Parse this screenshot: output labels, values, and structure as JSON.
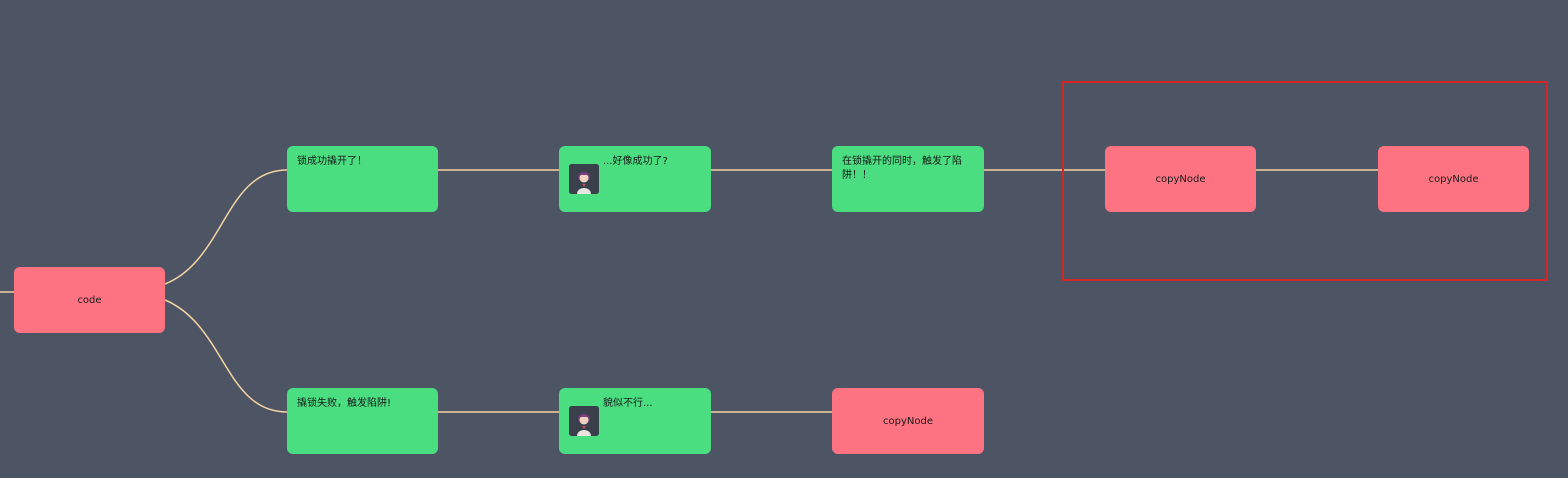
{
  "colors": {
    "background": "#4d5565",
    "pink_node": "#fd7382",
    "green_node": "#4ade80",
    "edge": "#f3d3a1",
    "selection": "#d42626"
  },
  "nodes": {
    "root": {
      "label": "code"
    },
    "top_1": {
      "label": "锁成功撬开了！"
    },
    "top_2": {
      "label": "...好像成功了?",
      "icon": "character-avatar-icon"
    },
    "top_3": {
      "label": "在锁撬开的同时，触发了陷阱！！"
    },
    "top_4": {
      "label": "copyNode"
    },
    "top_5": {
      "label": "copyNode"
    },
    "bottom_1": {
      "label": "撬锁失败，触发陷阱!"
    },
    "bottom_2": {
      "label": "貌似不行...",
      "icon": "character-avatar-icon"
    },
    "bottom_3": {
      "label": "copyNode"
    }
  }
}
